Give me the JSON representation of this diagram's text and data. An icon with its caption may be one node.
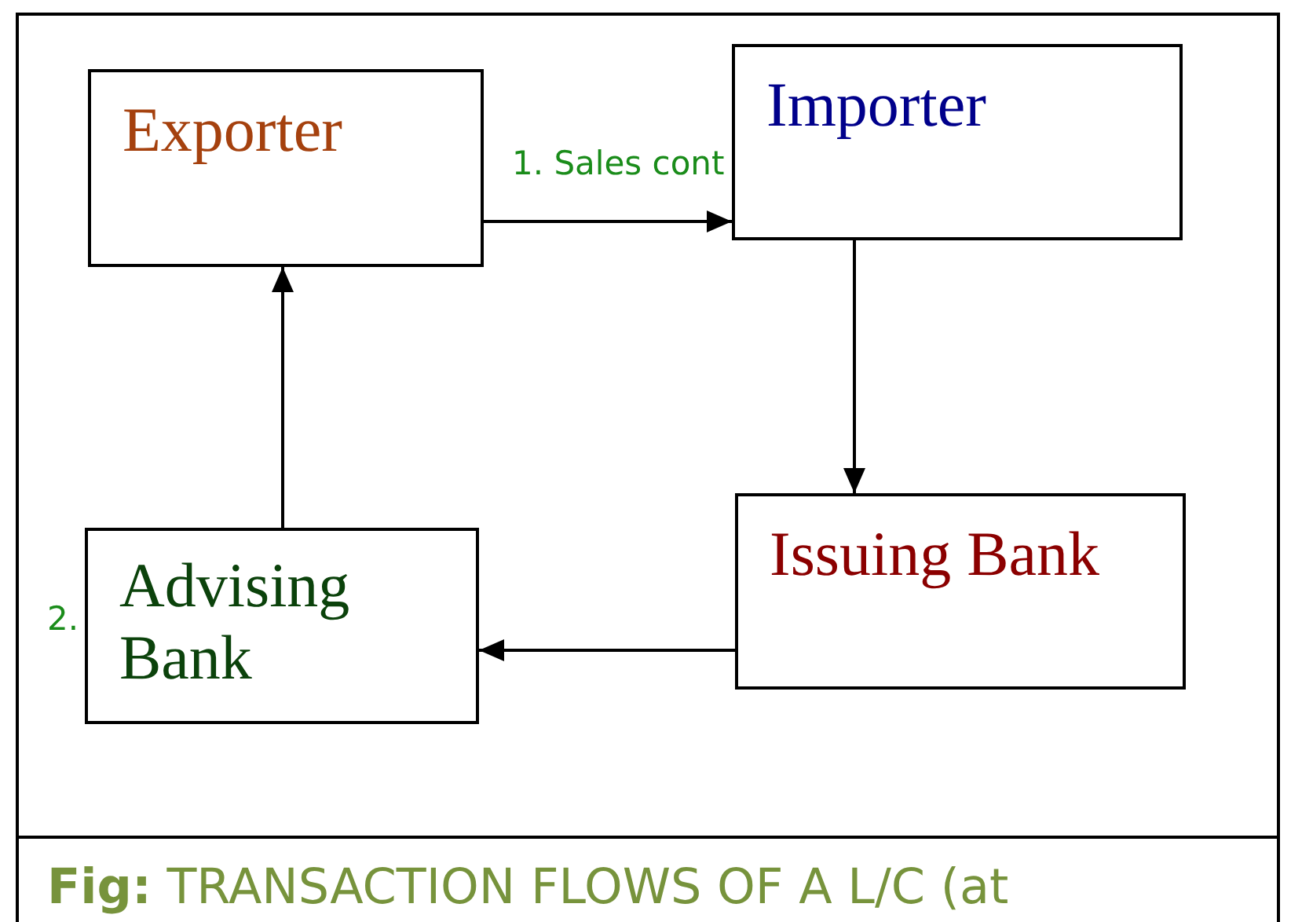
{
  "diagram": {
    "caption": "**Fig:** TRANSACTION FLOWS OF A L/C (at",
    "nodes": [
      {
        "text": [
          "Exporter"
        ]
      },
      {
        "text": [
          "Importer"
        ]
      },
      {
        "text": [
          "Issuing Bank"
        ]
      },
      {
        "text": [
          "Advising Bank"
        ]
      }
    ],
    "edges": [
      {
        "from": 0,
        "to": 1,
        "arrow": "to",
        "label": "1. Sales cont"
      },
      {
        "from": 1,
        "to": 2,
        "arrow": "to"
      },
      {
        "from": 2,
        "to": 3,
        "arrow": "to"
      },
      {
        "from": 3,
        "to": 0,
        "arrow": "to"
      }
    ],
    "labels": [
      "2."
    ]
  }
}
